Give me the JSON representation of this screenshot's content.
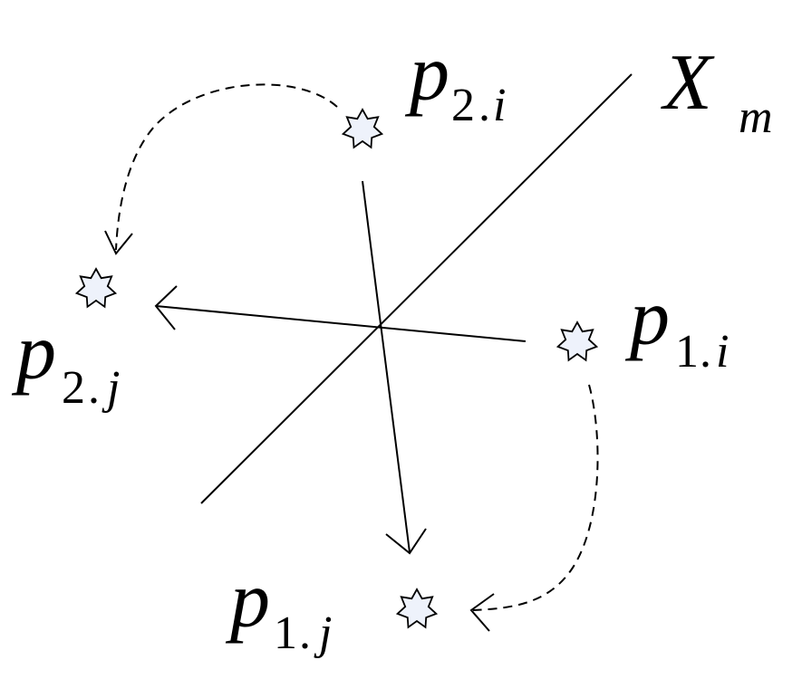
{
  "diagram": {
    "labels": {
      "x_axis": {
        "main": "X",
        "sub": "m"
      },
      "p2i": {
        "main": "p",
        "sub_num": "2",
        "sub_dot": ".",
        "sub_idx": "i"
      },
      "p2j": {
        "main": "p",
        "sub_num": "2",
        "sub_dot": ".",
        "sub_idx": "j"
      },
      "p1i": {
        "main": "p",
        "sub_num": "1",
        "sub_dot": ".",
        "sub_idx": "i"
      },
      "p1j": {
        "main": "p",
        "sub_num": "1",
        "sub_dot": ".",
        "sub_idx": "j"
      }
    },
    "icons": {
      "point_marker": "star-icon"
    },
    "colors": {
      "stroke": "#000000",
      "star_fill": "#eef2fb",
      "background": "#ffffff"
    }
  }
}
